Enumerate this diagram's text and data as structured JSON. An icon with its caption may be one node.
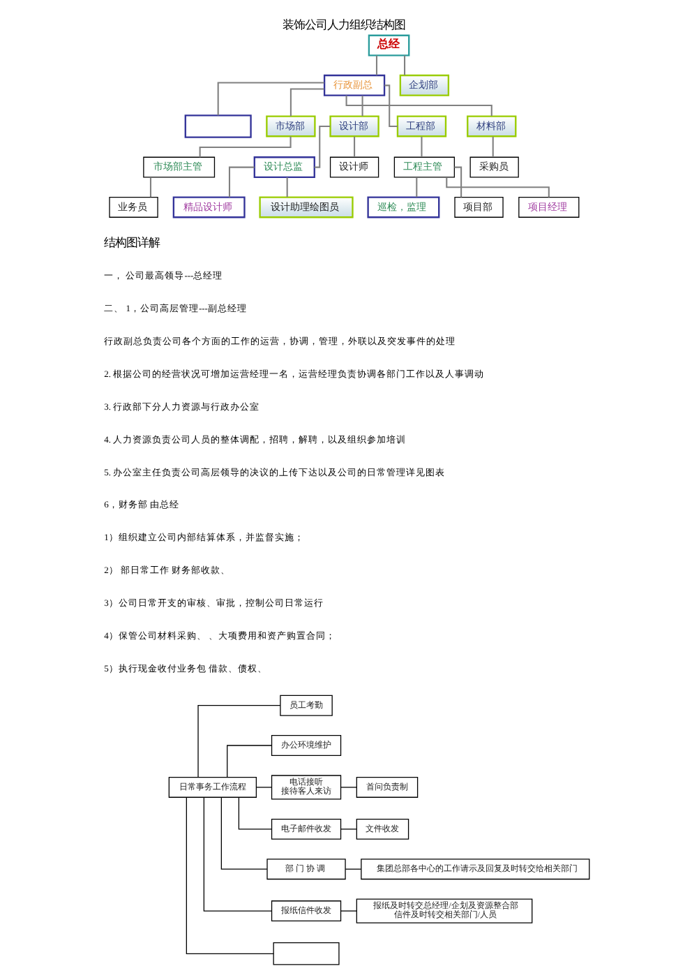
{
  "diagram": {
    "caption": "装饰公司人力组织结构图",
    "nodes": [
      {
        "text": [
          "总经"
        ]
      },
      {
        "text": [
          "行政副总"
        ]
      },
      {
        "text": [],
        "shape": "box"
      },
      {
        "text": [
          "市场部"
        ]
      },
      {
        "text": [
          "设计部"
        ]
      },
      {
        "text": [
          "工程部"
        ]
      },
      {
        "text": [
          "材料部"
        ]
      },
      {
        "text": [
          "市场部主管"
        ]
      },
      {
        "text": [
          "业务员"
        ]
      },
      {
        "text": [
          "设计总监"
        ]
      },
      {
        "text": [
          "精品设计师"
        ]
      },
      {
        "text": [
          "设计助理绘图员"
        ]
      },
      {
        "text": [
          "设计师"
        ]
      },
      {
        "text": [
          "工程主管"
        ]
      },
      {
        "text": [
          "巡检，监理"
        ]
      },
      {
        "text": [
          "项目部"
        ]
      },
      {
        "text": [
          "项目经理"
        ]
      },
      {
        "text": [
          "采购员"
        ]
      },
      {
        "text": [
          "企划部"
        ]
      },
      {
        "text": [
          "日常事务工作流程"
        ]
      },
      {
        "text": [
          "员工考勤"
        ]
      },
      {
        "text": [
          "办公环境维护"
        ]
      },
      {
        "text": [
          "电话接听",
          "接待客人来访"
        ]
      },
      {
        "text": [
          "电子邮件收发"
        ]
      },
      {
        "text": [
          "部 门 协 调"
        ]
      },
      {
        "text": [
          "报纸信件收发"
        ]
      },
      {
        "text": [],
        "shape": "box"
      },
      {
        "text": [
          "首问负责制"
        ]
      },
      {
        "text": [
          "文件收发"
        ]
      },
      {
        "text": [
          "集团总部各中心的工作请示及回复及时转交给相关部门"
        ]
      },
      {
        "text": [
          "报纸及时转交总经理/企划及资源整合部",
          "信件及时转交相关部门/人员"
        ]
      }
    ],
    "edges": [
      {
        "from": 0,
        "to": 1,
        "arrow": "none"
      },
      {
        "from": 0,
        "to": 18,
        "arrow": "none"
      },
      {
        "from": 1,
        "to": 2,
        "arrow": "none"
      },
      {
        "from": 1,
        "to": 3,
        "arrow": "none"
      },
      {
        "from": 1,
        "to": 4,
        "arrow": "none"
      },
      {
        "from": 1,
        "to": 5,
        "arrow": "none"
      },
      {
        "from": 1,
        "to": 6,
        "arrow": "none"
      },
      {
        "from": 3,
        "to": 7,
        "arrow": "none"
      },
      {
        "from": 7,
        "to": 8,
        "arrow": "none"
      },
      {
        "from": 4,
        "to": 9,
        "arrow": "none"
      },
      {
        "from": 9,
        "to": 10,
        "arrow": "none"
      },
      {
        "from": 9,
        "to": 11,
        "arrow": "none"
      },
      {
        "from": 4,
        "to": 12,
        "arrow": "none"
      },
      {
        "from": 5,
        "to": 13,
        "arrow": "none"
      },
      {
        "from": 13,
        "to": 14,
        "arrow": "none"
      },
      {
        "from": 13,
        "to": 15,
        "arrow": "none"
      },
      {
        "from": 13,
        "to": 16,
        "arrow": "none"
      },
      {
        "from": 6,
        "to": 17,
        "arrow": "none"
      },
      {
        "from": 19,
        "to": 20,
        "arrow": "none",
        "color": "#000000"
      },
      {
        "from": 19,
        "to": 21,
        "arrow": "none",
        "color": "#000000"
      },
      {
        "from": 19,
        "to": 22,
        "arrow": "none",
        "color": "#000000"
      },
      {
        "from": 19,
        "to": 23,
        "arrow": "none",
        "color": "#000000"
      },
      {
        "from": 19,
        "to": 24,
        "arrow": "none",
        "color": "#000000"
      },
      {
        "from": 19,
        "to": 25,
        "arrow": "none",
        "color": "#000000"
      },
      {
        "from": 19,
        "to": 26,
        "arrow": "none",
        "color": "#000000"
      },
      {
        "from": 22,
        "to": 27,
        "arrow": "none",
        "color": "#000000"
      },
      {
        "from": 23,
        "to": 28,
        "arrow": "none",
        "color": "#000000"
      },
      {
        "from": 24,
        "to": 29,
        "arrow": "none",
        "color": "#000000"
      },
      {
        "from": 25,
        "to": 30,
        "arrow": "none",
        "color": "#000000"
      }
    ],
    "labels": [
      "结构图详解",
      "一， 公司最高领导---总经理",
      "二、 1，公司高层管理---副总经理",
      "行政副总负责公司各个方面的工作的运营，协调，管理，外联以及突发事件的处理",
      "2. 根据公司的经营状况可增加运营经理一名，运营经理负责协调各部门工作以及人事调动",
      "3. 行政部下分人力资源与行政办公室",
      "4. 人力资源负责公司人员的整体调配，招聘，解聘，以及组织参加培训",
      "5. 办公室主任负责公司高层领导的决议的上传下达以及公司的日常管理详见图表",
      "6，财务部 由总经",
      "1）组织建立公司内部结算体系，并监督实施；",
      "2） 部日常工作 财务部收款、",
      "3）公司日常开支的审核、审批，控制公司日常运行",
      "4）保管公司材料采购、 、大项费用和资产购置合同；",
      "5）执行现金收付业务包 借款、债权、"
    ]
  }
}
